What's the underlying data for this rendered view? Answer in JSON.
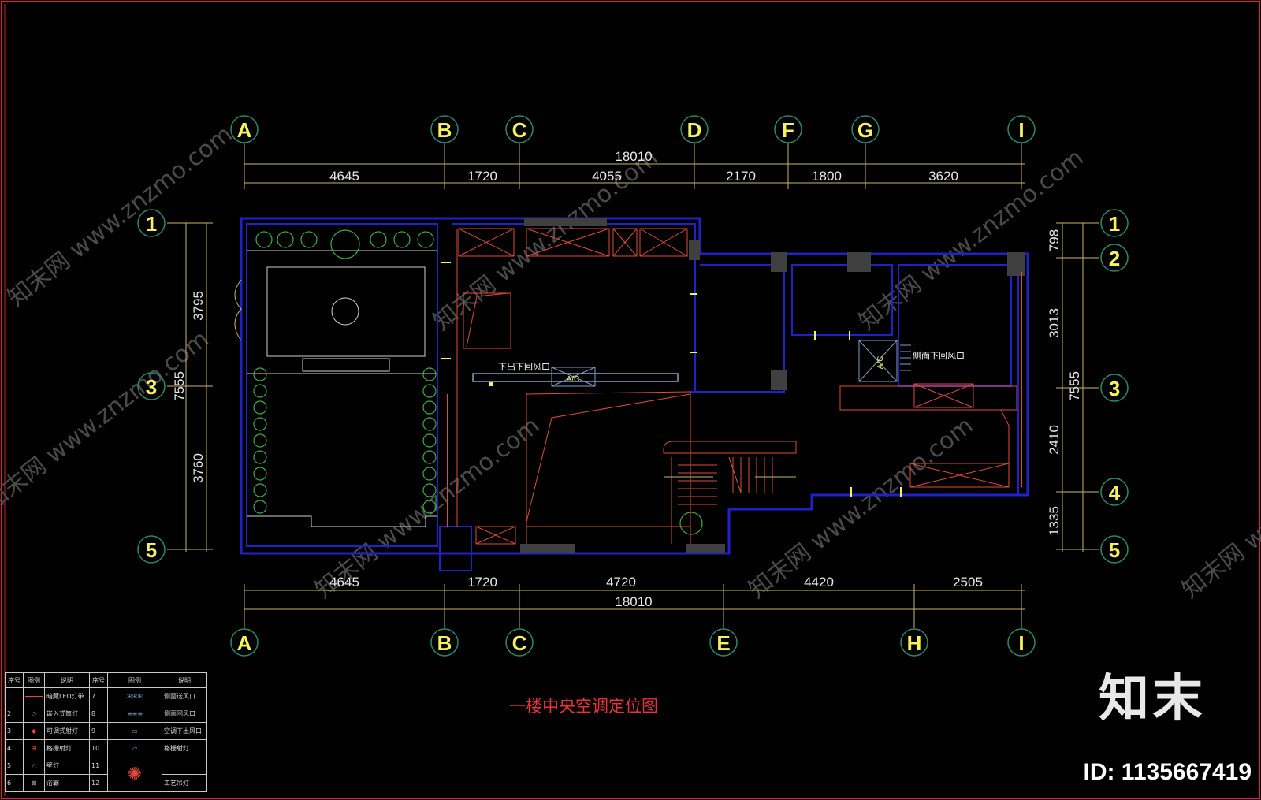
{
  "drawing": {
    "title": "一楼中央空调定位图",
    "colors": {
      "background": "#000000",
      "walls": "#1e22c8",
      "axes": "#f3f35a",
      "dimension": "#c9b46a",
      "detail": "#e04a3a",
      "plants": "#3fae3f",
      "title": "#e8323c",
      "frame": "#e0203c"
    },
    "top_axes": [
      "A",
      "B",
      "C",
      "D",
      "F",
      "G",
      "I"
    ],
    "bottom_axes": [
      "A",
      "B",
      "C",
      "E",
      "H",
      "I"
    ],
    "left_axes": [
      "1",
      "3",
      "5"
    ],
    "right_axes": [
      "1",
      "2",
      "3",
      "4",
      "5"
    ],
    "top_dims": {
      "total": "18010",
      "segments": [
        "4645",
        "1720",
        "4055",
        "2170",
        "1800",
        "3620"
      ]
    },
    "bottom_dims": {
      "total": "18010",
      "segments": [
        "4645",
        "1720",
        "4720",
        "4420",
        "2505"
      ]
    },
    "left_dims": {
      "total": "7555",
      "segments": [
        "3795",
        "3760"
      ]
    },
    "right_dims": {
      "total": "7555",
      "segments": [
        "798",
        "3013",
        "2410",
        "1335"
      ]
    },
    "labels": {
      "vent_left": "下出下回风口",
      "vent_right": "侧面下回风口",
      "ac_left": "A/C",
      "ac_right": "A/C"
    }
  },
  "legend": {
    "headers": [
      "序号",
      "图例",
      "说明",
      "序号",
      "图例",
      "说明"
    ],
    "rows": [
      {
        "no": "1",
        "desc": "暗藏LED灯带",
        "no2": "7",
        "desc2": "侧面送风口"
      },
      {
        "no": "2",
        "desc": "嵌入式筒灯",
        "no2": "8",
        "desc2": "侧面回风口"
      },
      {
        "no": "3",
        "desc": "可调式射灯",
        "no2": "9",
        "desc2": "空调下出风口"
      },
      {
        "no": "4",
        "desc": "格栅射灯",
        "no2": "10",
        "desc2": "格栅射灯"
      },
      {
        "no": "5",
        "desc": "壁灯",
        "no2": "11",
        "desc2": ""
      },
      {
        "no": "6",
        "desc": "浴霸",
        "no2": "12",
        "desc2": "工艺吊灯"
      }
    ]
  },
  "watermark": {
    "text": "知末网 www.znzmo.com",
    "logo": "知末",
    "id": "ID: 1135667419"
  }
}
